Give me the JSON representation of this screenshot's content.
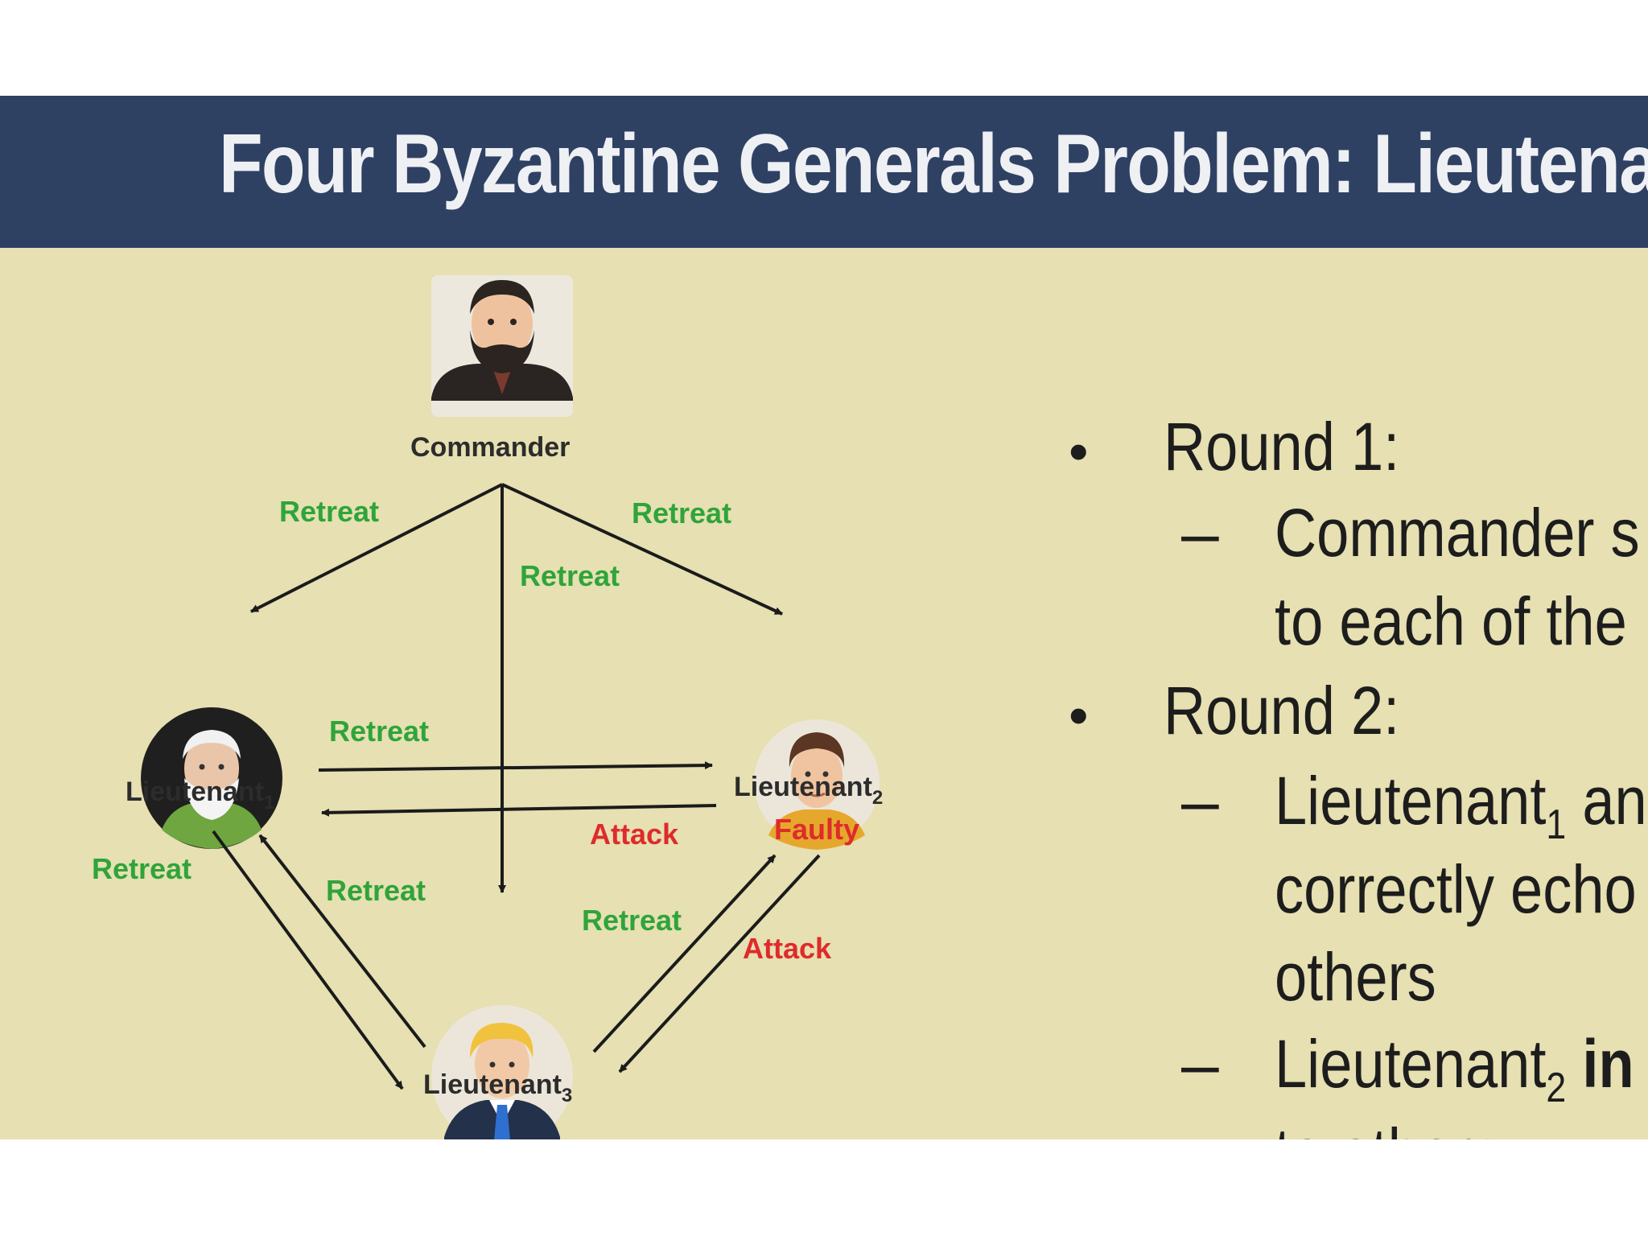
{
  "slide": {
    "title": "Four Byzantine Generals Problem: Lieutena",
    "colors": {
      "title_bar": "#2f4163",
      "background": "#e6e0b2",
      "message_retreat": "#2fa43a",
      "message_attack": "#de2b2b"
    }
  },
  "diagram": {
    "nodes": {
      "commander": {
        "label": "Commander",
        "icon": "bearded-man-icon"
      },
      "lieutenant1": {
        "label": "Lieutenant",
        "subscript": "1",
        "icon": "old-man-icon"
      },
      "lieutenant2": {
        "label": "Lieutenant",
        "subscript": "2",
        "icon": "young-man-icon",
        "status": "Faulty"
      },
      "lieutenant3": {
        "label": "Lieutenant",
        "subscript": "3",
        "icon": "businessman-icon"
      }
    },
    "messages": {
      "commander_to_l1": "Retreat",
      "commander_to_l2": "Retreat",
      "commander_to_l3": "Retreat",
      "l1_to_l2": "Retreat",
      "l2_to_l1": "Attack",
      "l1_to_l3": "Retreat",
      "l3_to_l1": "Retreat",
      "l3_to_l2": "Retreat",
      "l2_to_l3": "Attack"
    }
  },
  "bullets": {
    "round1": {
      "marker": "•",
      "text": "Round 1:"
    },
    "round1_detail": {
      "marker": "–",
      "line1": "Commander s",
      "line2": "to each of the"
    },
    "round2": {
      "marker": "•",
      "text": "Round 2:"
    },
    "round2_detail1": {
      "marker": "–",
      "line1_a": "Lieutenant",
      "line1_sub": "1",
      "line1_b": " an",
      "line2": "correctly echo",
      "line3": "others"
    },
    "round2_detail2": {
      "marker": "–",
      "line1_a": "Lieutenant",
      "line1_sub": "2",
      "line1_b": " ",
      "line1_strong": "in",
      "line2": "to others"
    }
  }
}
